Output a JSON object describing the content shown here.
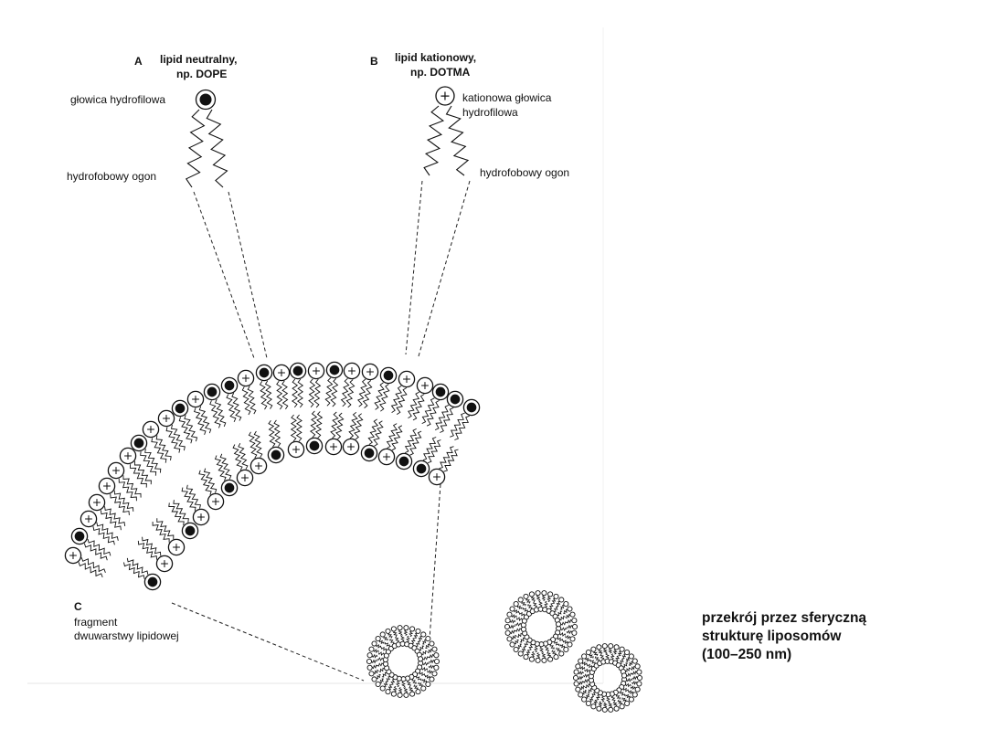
{
  "panel_a": {
    "letter": "A",
    "title_line1": "lipid neutralny,",
    "title_line2": "np. DOPE",
    "head_label": "głowica hydrofilowa",
    "tail_label": "hydrofobowy ogon"
  },
  "panel_b": {
    "letter": "B",
    "title_line1": "lipid kationowy,",
    "title_line2": "np. DOTMA",
    "head_label_line1": "kationowa głowica",
    "head_label_line2": "hydrofilowa",
    "tail_label": "hydrofobowy ogon"
  },
  "panel_c": {
    "letter": "C",
    "label_line1": "fragment",
    "label_line2": "dwuwarstwy lipidowej"
  },
  "liposome_caption": {
    "line1": "przekrój przez sferyczną",
    "line2": "strukturę liposomów",
    "line3": "(100–250 nm)"
  },
  "symbols": {
    "cationic_sign": "+"
  },
  "colors": {
    "ink": "#111111",
    "background": "#ffffff"
  }
}
